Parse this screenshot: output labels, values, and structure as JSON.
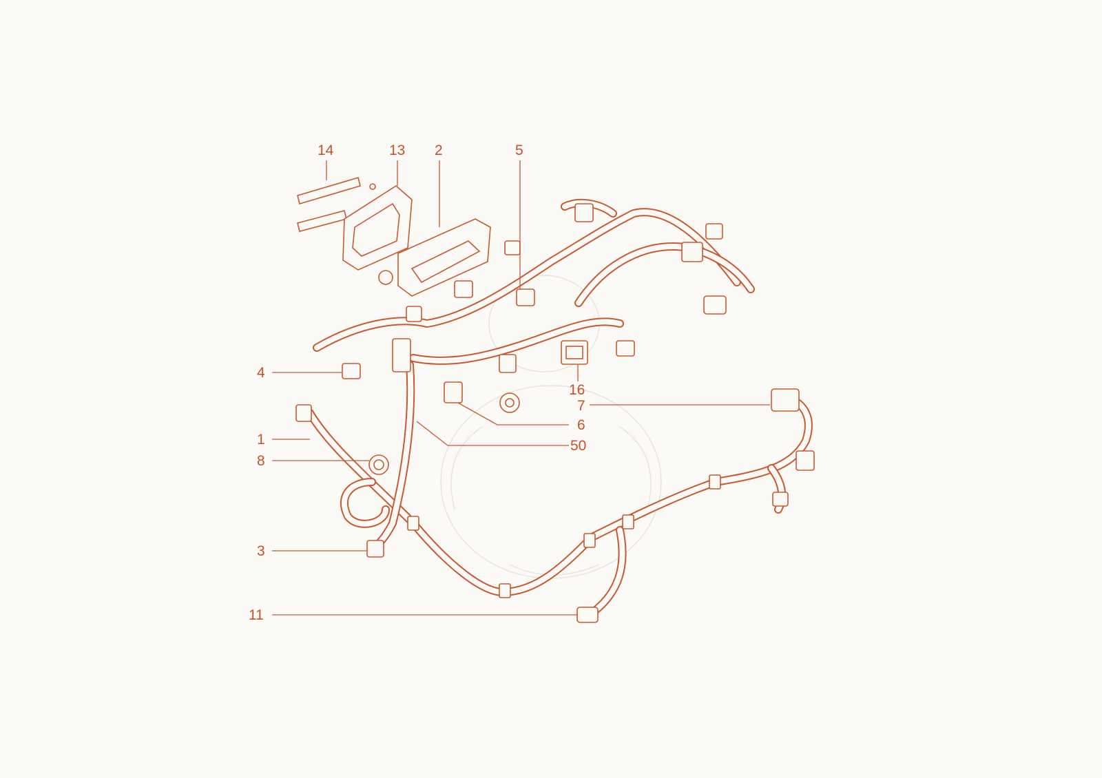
{
  "accent_color": "#c8502a",
  "callouts": [
    {
      "label": "14"
    },
    {
      "label": "13"
    },
    {
      "label": "2"
    },
    {
      "label": "5"
    },
    {
      "label": "4"
    },
    {
      "label": "16"
    },
    {
      "label": "7"
    },
    {
      "label": "6"
    },
    {
      "label": "1"
    },
    {
      "label": "50"
    },
    {
      "label": "8"
    },
    {
      "label": "3"
    },
    {
      "label": "11"
    }
  ]
}
